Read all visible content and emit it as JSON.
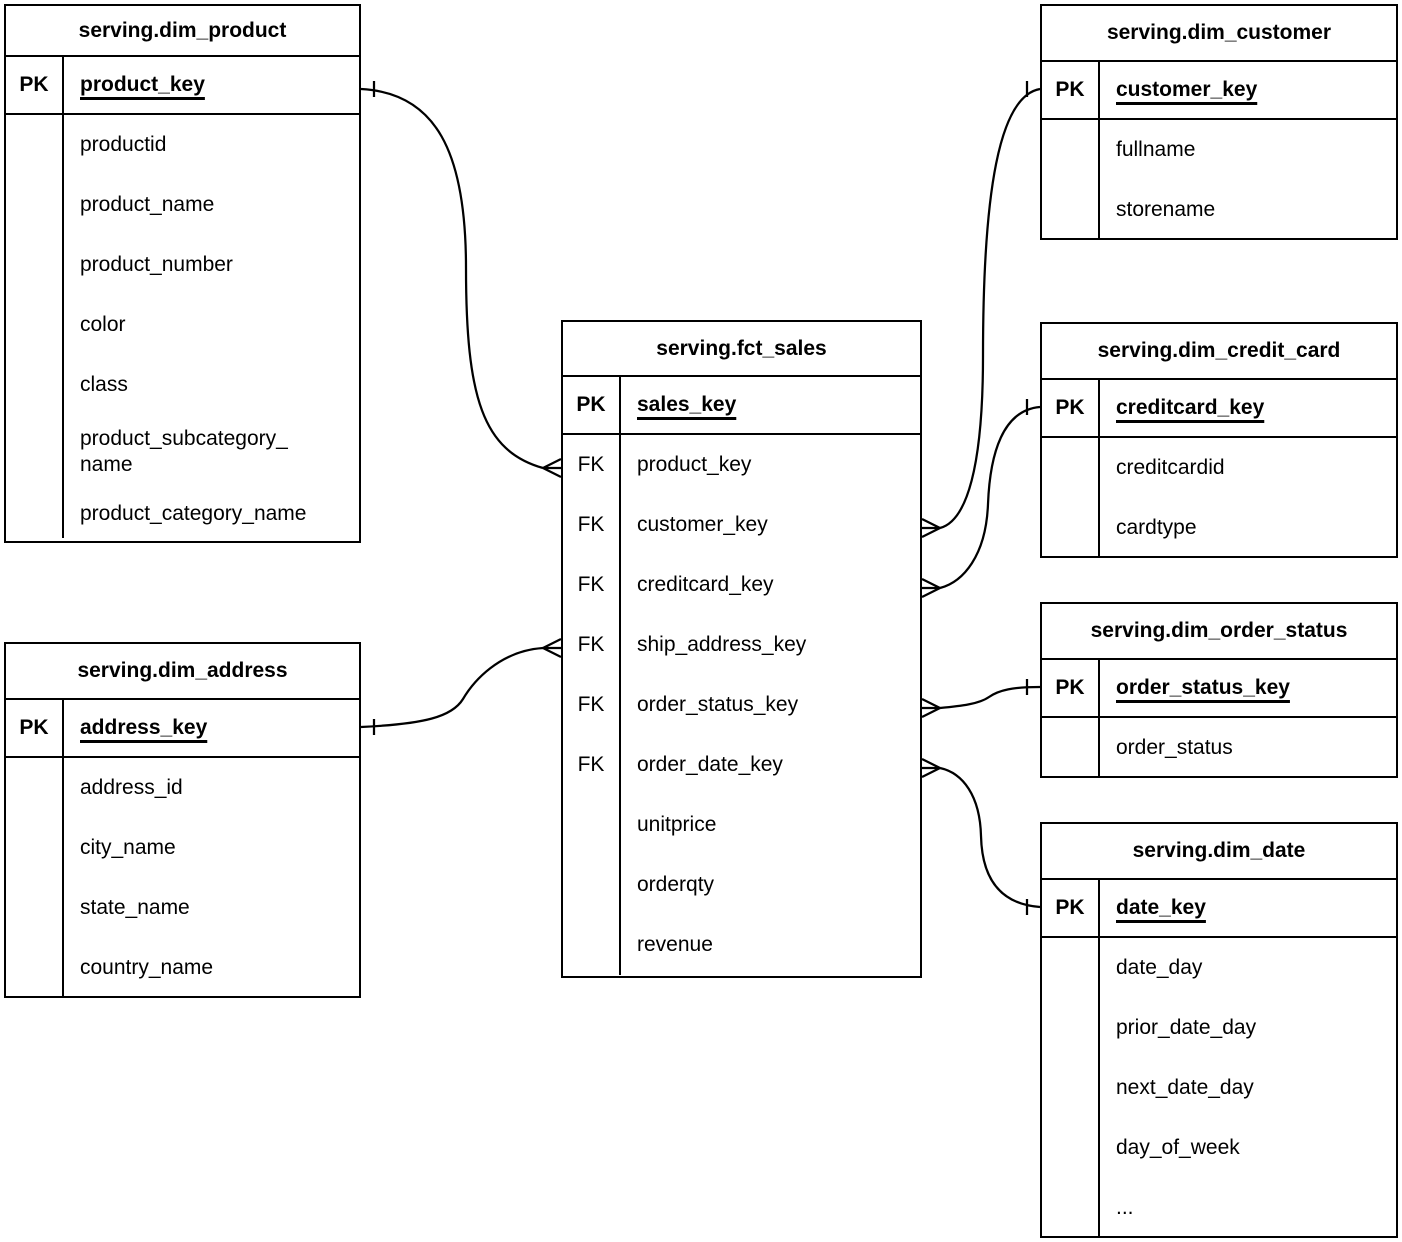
{
  "diagram": {
    "type": "entity-relationship",
    "colors": {
      "line": "#000000",
      "text": "#000000",
      "background": "#ffffff"
    },
    "tables": [
      {
        "id": "dim_product",
        "title": "serving.dim_product",
        "pk": {
          "key": "PK",
          "field": "product_key"
        },
        "rows": [
          {
            "key": "",
            "field": "productid"
          },
          {
            "key": "",
            "field": "product_name"
          },
          {
            "key": "",
            "field": "product_number"
          },
          {
            "key": "",
            "field": "color"
          },
          {
            "key": "",
            "field": "class"
          },
          {
            "key": "",
            "field": "product_subcategory_\nname"
          },
          {
            "key": "",
            "field": "product_category_name"
          }
        ]
      },
      {
        "id": "dim_customer",
        "title": "serving.dim_customer",
        "pk": {
          "key": "PK",
          "field": "customer_key"
        },
        "rows": [
          {
            "key": "",
            "field": "fullname"
          },
          {
            "key": "",
            "field": "storename"
          }
        ]
      },
      {
        "id": "fct_sales",
        "title": "serving.fct_sales",
        "pk": {
          "key": "PK",
          "field": "sales_key"
        },
        "rows": [
          {
            "key": "FK",
            "field": "product_key"
          },
          {
            "key": "FK",
            "field": "customer_key"
          },
          {
            "key": "FK",
            "field": "creditcard_key"
          },
          {
            "key": "FK",
            "field": "ship_address_key"
          },
          {
            "key": "FK",
            "field": "order_status_key"
          },
          {
            "key": "FK",
            "field": "order_date_key"
          },
          {
            "key": "",
            "field": "unitprice"
          },
          {
            "key": "",
            "field": "orderqty"
          },
          {
            "key": "",
            "field": "revenue"
          }
        ]
      },
      {
        "id": "dim_credit_card",
        "title": "serving.dim_credit_card",
        "pk": {
          "key": "PK",
          "field": "creditcard_key"
        },
        "rows": [
          {
            "key": "",
            "field": "creditcardid"
          },
          {
            "key": "",
            "field": "cardtype"
          }
        ]
      },
      {
        "id": "dim_order_status",
        "title": "serving.dim_order_status",
        "pk": {
          "key": "PK",
          "field": "order_status_key"
        },
        "rows": [
          {
            "key": "",
            "field": "order_status"
          }
        ]
      },
      {
        "id": "dim_date",
        "title": "serving.dim_date",
        "pk": {
          "key": "PK",
          "field": "date_key"
        },
        "rows": [
          {
            "key": "",
            "field": "date_day"
          },
          {
            "key": "",
            "field": "prior_date_day"
          },
          {
            "key": "",
            "field": "next_date_day"
          },
          {
            "key": "",
            "field": "day_of_week"
          },
          {
            "key": "",
            "field": "..."
          }
        ]
      },
      {
        "id": "dim_address",
        "title": "serving.dim_address",
        "pk": {
          "key": "PK",
          "field": "address_key"
        },
        "rows": [
          {
            "key": "",
            "field": "address_id"
          },
          {
            "key": "",
            "field": "city_name"
          },
          {
            "key": "",
            "field": "state_name"
          },
          {
            "key": "",
            "field": "country_name"
          }
        ]
      }
    ],
    "relationships": [
      {
        "one": "serving.dim_product.product_key",
        "many": "serving.fct_sales.product_key",
        "cardinality": "one-to-many"
      },
      {
        "one": "serving.dim_address.address_key",
        "many": "serving.fct_sales.ship_address_key",
        "cardinality": "one-to-many"
      },
      {
        "one": "serving.dim_customer.customer_key",
        "many": "serving.fct_sales.customer_key",
        "cardinality": "one-to-many"
      },
      {
        "one": "serving.dim_credit_card.creditcard_key",
        "many": "serving.fct_sales.creditcard_key",
        "cardinality": "one-to-many"
      },
      {
        "one": "serving.dim_order_status.order_status_key",
        "many": "serving.fct_sales.order_status_key",
        "cardinality": "one-to-many"
      },
      {
        "one": "serving.dim_date.date_key",
        "many": "serving.fct_sales.order_date_key",
        "cardinality": "one-to-many"
      }
    ]
  }
}
